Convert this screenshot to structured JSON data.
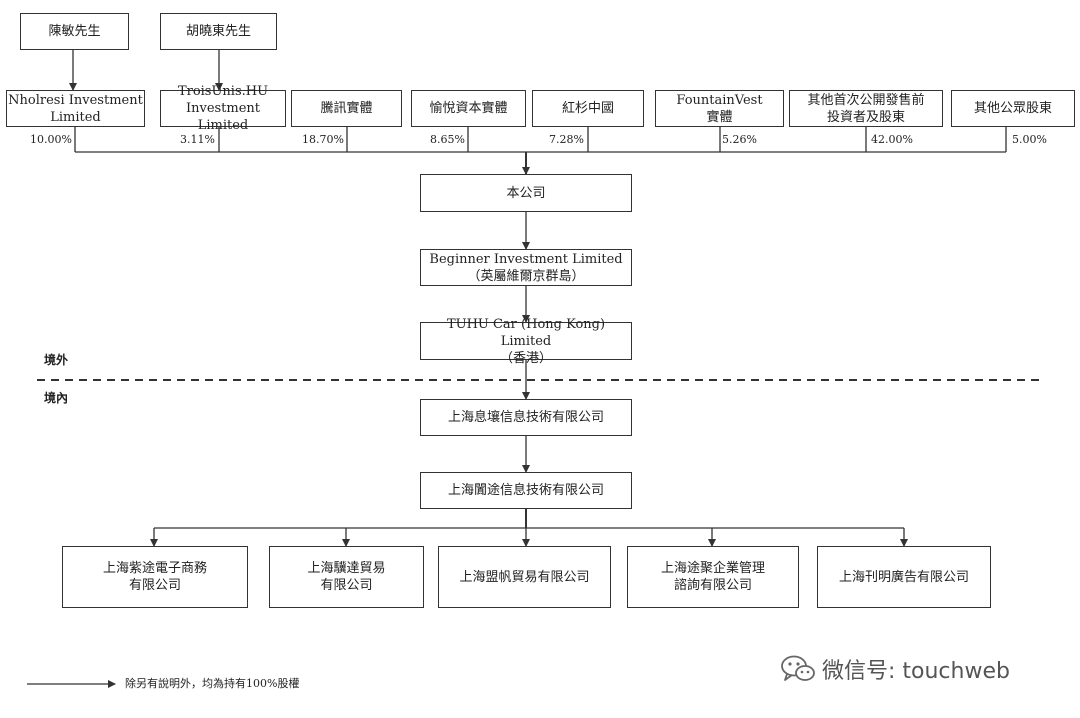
{
  "top_people": [
    "陳敏先生",
    "胡曉東先生"
  ],
  "shareholders": [
    {
      "line1": "Nholresi Investment",
      "line2": "Limited",
      "pct": "10.00%"
    },
    {
      "line1": "TroisUnis.HU",
      "line2": "Investment Limited",
      "pct": "3.11%"
    },
    {
      "line1": "騰訊實體",
      "line2": "",
      "pct": "18.70%"
    },
    {
      "line1": "愉悅資本實體",
      "line2": "",
      "pct": "8.65%"
    },
    {
      "line1": "紅杉中國",
      "line2": "",
      "pct": "7.28%"
    },
    {
      "line1": "FountainVest",
      "line2": "實體",
      "pct": "5.26%"
    },
    {
      "line1": "其他首次公開發售前",
      "line2": "投資者及股東",
      "pct": "42.00%"
    },
    {
      "line1": "其他公眾股東",
      "line2": "",
      "pct": "5.00%"
    }
  ],
  "chain": [
    {
      "line1": "本公司",
      "line2": ""
    },
    {
      "line1": "Beginner Investment Limited",
      "line2": "（英屬維爾京群島）"
    },
    {
      "line1": "TUHU Car (Hong Kong) Limited",
      "line2": "（香港）"
    },
    {
      "line1": "上海息壤信息技術有限公司",
      "line2": ""
    },
    {
      "line1": "上海闐途信息技術有限公司",
      "line2": ""
    }
  ],
  "regions": {
    "offshore": "境外",
    "onshore": "境內"
  },
  "subsidiaries": [
    {
      "line1": "上海紫途電子商務",
      "line2": "有限公司"
    },
    {
      "line1": "上海驥達貿易",
      "line2": "有限公司"
    },
    {
      "line1": "上海盟帆貿易有限公司",
      "line2": ""
    },
    {
      "line1": "上海途聚企業管理",
      "line2": "諮詢有限公司"
    },
    {
      "line1": "上海刊明廣告有限公司",
      "line2": ""
    }
  ],
  "legend": "除另有說明外，均為持有100%股權",
  "watermark": "微信号: touchweb"
}
